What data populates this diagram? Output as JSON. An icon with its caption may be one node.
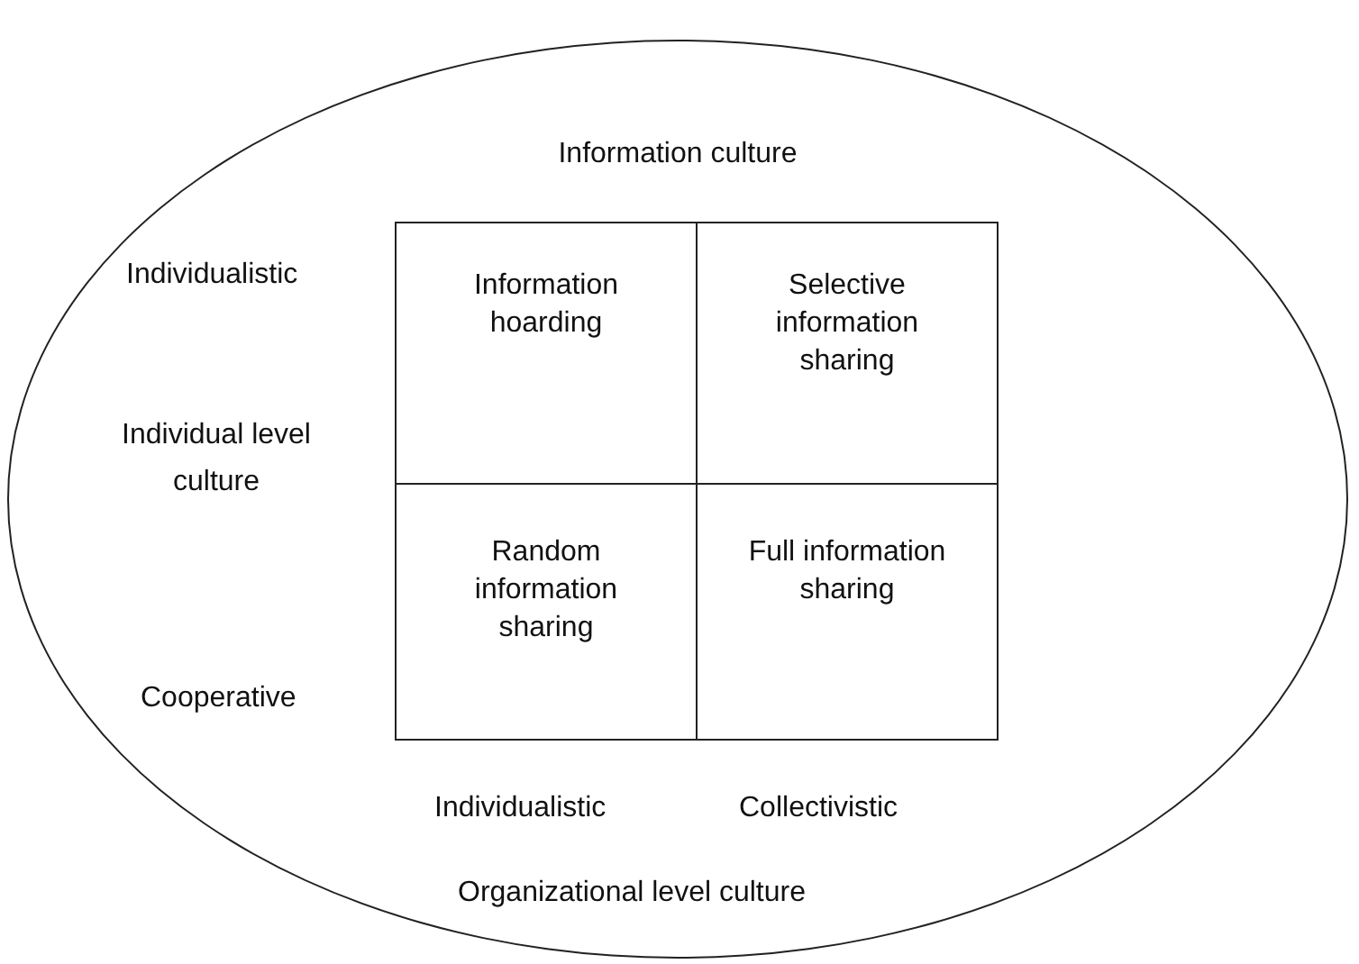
{
  "diagram": {
    "nodes": [
      {
        "text": [
          "Information culture"
        ]
      },
      {
        "text": [
          "Information hoarding"
        ],
        "in": 0
      },
      {
        "text": [
          "Selective information sharing"
        ],
        "in": 0
      },
      {
        "text": [
          "Random information sharing"
        ],
        "in": 0
      },
      {
        "text": [
          "Full information sharing"
        ],
        "in": 0
      }
    ],
    "labels": [
      "Individualistic",
      "Individual level culture",
      "Cooperative",
      "Individualistic",
      "Collectivistic",
      "Organizational level culture"
    ]
  }
}
